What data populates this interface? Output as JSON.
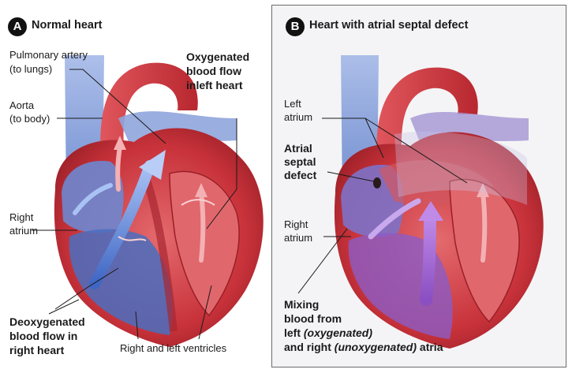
{
  "panel_a": {
    "badge": "A",
    "title": "Normal heart",
    "labels": {
      "pulmonary_artery_1": "Pulmonary artery",
      "pulmonary_artery_2": "(to lungs)",
      "aorta_1": "Aorta",
      "aorta_2": "(to body)",
      "right_atrium_1": "Right",
      "right_atrium_2": "atrium",
      "oxygenated_1": "Oxygenated",
      "oxygenated_2": "blood flow",
      "oxygenated_3": "inleft heart",
      "deoxygenated_1": "Deoxygenated",
      "deoxygenated_2": "blood flow in",
      "deoxygenated_3": "right heart",
      "ventricles": "Right and left ventricles"
    }
  },
  "panel_b": {
    "badge": "B",
    "title": "Heart with atrial septal defect",
    "labels": {
      "left_atrium_1": "Left",
      "left_atrium_2": "atrium",
      "asd_1": "Atrial",
      "asd_2": "septal",
      "asd_3": "defect",
      "right_atrium_1": "Right",
      "right_atrium_2": "atrium",
      "mixing_1": "Mixing",
      "mixing_2": "blood from",
      "mixing_3a": "left ",
      "mixing_3b": "(oxygenated)",
      "mixing_4a": "and right ",
      "mixing_4b": "(unoxygenated)",
      "mixing_4c": " atria"
    }
  },
  "colors": {
    "oxygenated_red": "#c8323a",
    "muscle_red": "#d9545a",
    "deoxygenated_blue": "#4a6fbf",
    "vein_blue": "#7d97d6",
    "mixed_purple": "#9a62c8",
    "panel_border": "#6b6b6b"
  }
}
